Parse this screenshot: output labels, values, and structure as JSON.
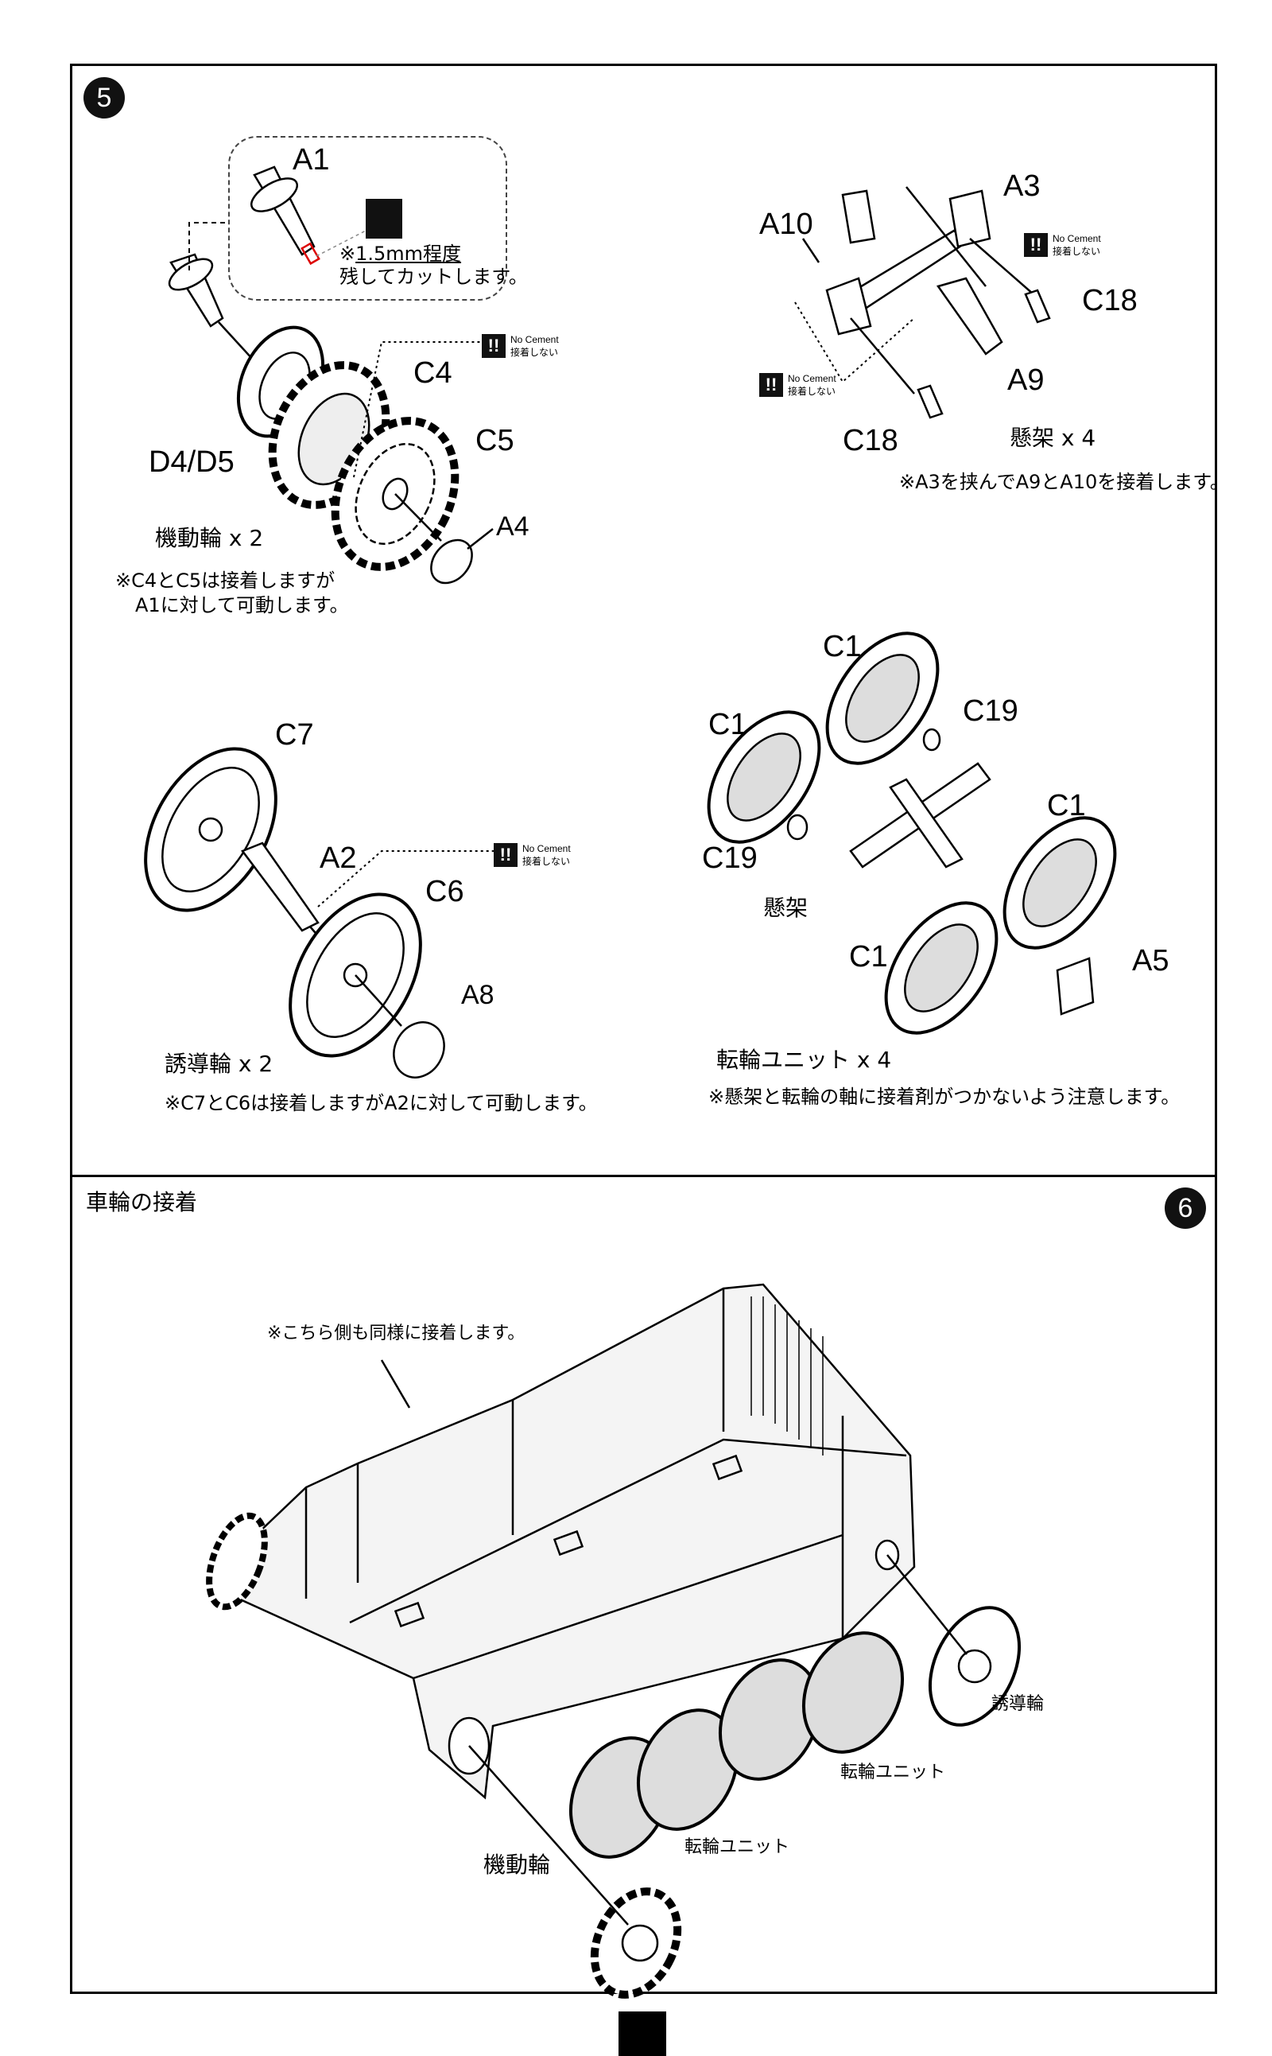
{
  "step5": {
    "number": "5",
    "callout": {
      "part": "A1",
      "note_line1_prefix": "※",
      "note_line1_underlined": "1.5mm程度",
      "note_line2": "残してカットします。",
      "icon": "cut-icon"
    },
    "no_cement": {
      "icon": "exclamation-icon",
      "icon_text": "!!",
      "en": "No Cement",
      "jp": "接着しない"
    },
    "sprocket": {
      "parts": [
        "D4/D5",
        "C4",
        "C5",
        "A4"
      ],
      "title": "機動輪 x 2",
      "note_line1": "※C4とC5は接着しますが",
      "note_line2": "A1に対して可動します。"
    },
    "suspension": {
      "parts": [
        "A10",
        "A3",
        "C18",
        "A9",
        "C18"
      ],
      "title": "懸架 x 4",
      "note": "※A3を挟んでA9とA10を接着します。"
    },
    "idler": {
      "parts": [
        "C7",
        "A2",
        "C6",
        "A8"
      ],
      "title": "誘導輪 x 2",
      "note": "※C7とC6は接着しますがA2に対して可動します。"
    },
    "roadwheel": {
      "parts": [
        "C1",
        "C19",
        "C1",
        "C1",
        "C19",
        "C1",
        "A5"
      ],
      "suspension_label": "懸架",
      "title": "転輪ユニット x 4",
      "note": "※懸架と転輪の軸に接着剤がつかないよう注意します。"
    }
  },
  "step6": {
    "number": "6",
    "title": "車輪の接着",
    "note": "※こちら側も同様に接着します。",
    "labels": {
      "idler": "誘導輪",
      "roadwheel_1": "転輪ユニット",
      "roadwheel_2": "転輪ユニット",
      "sprocket": "機動輪"
    }
  }
}
